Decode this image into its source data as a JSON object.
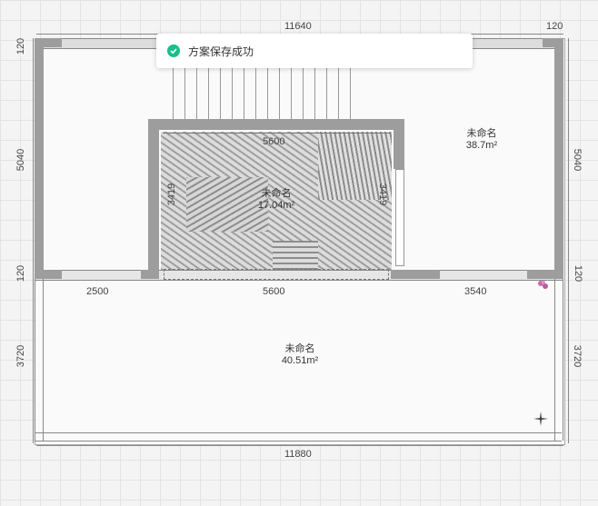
{
  "toast": {
    "message": "方案保存成功",
    "icon": "check-circle-icon",
    "color": "#19be8b"
  },
  "dimensions": {
    "top_total": "11640",
    "top_right": "120",
    "bottom_total": "11880",
    "left_top": "120",
    "left_upper": "5040",
    "left_mid": "120",
    "left_lower": "3720",
    "right_upper": "5040",
    "right_mid": "120",
    "right_lower": "3720",
    "seg_left": "2500",
    "seg_mid": "5600",
    "seg_right": "3540",
    "inner_width": "5600",
    "inner_height_left": "3419",
    "inner_height_right": "3419"
  },
  "rooms": [
    {
      "name": "未命名",
      "area": "38.7m²"
    },
    {
      "name": "未命名",
      "area": "17.04m²"
    },
    {
      "name": "未命名",
      "area": "40.51m²"
    }
  ]
}
